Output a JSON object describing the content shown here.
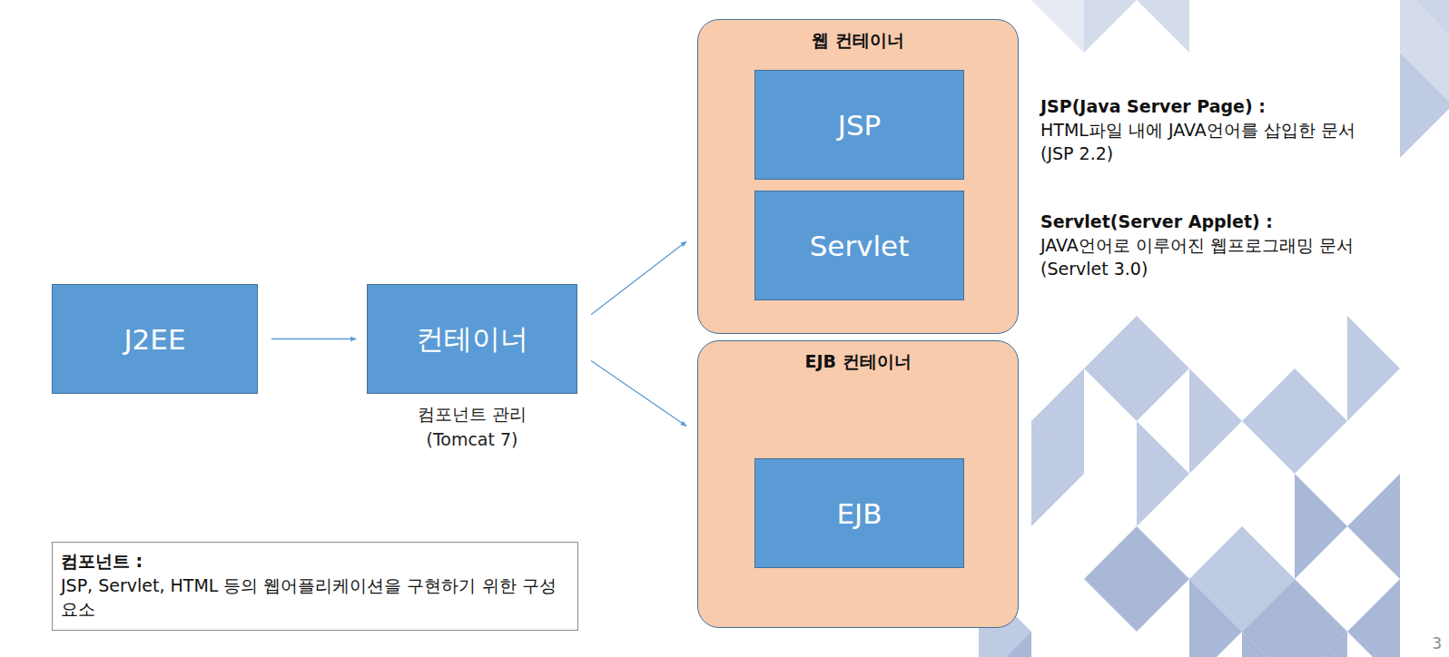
{
  "diagram": {
    "nodes": [
      {
        "text": [
          "J2EE"
        ]
      },
      {
        "text": [
          "컨테이너",
          "컴포넌트 관리 (Tomcat 7)"
        ]
      },
      {
        "text": [
          "웹 컨테이너"
        ]
      },
      {
        "text": [
          "JSP"
        ],
        "in": 2
      },
      {
        "text": [
          "Servlet"
        ],
        "in": 2
      },
      {
        "text": [
          "EJB 컨테이너"
        ]
      },
      {
        "text": [
          "EJB"
        ],
        "in": 5
      },
      {
        "text": [
          "컴포넌트 :",
          "JSP, Servlet, HTML 등의 웹어플리케이션을 구현하기 위한 구성 요소"
        ]
      }
    ],
    "edges": [
      {
        "from": 0,
        "to": 1,
        "arrow": "to"
      },
      {
        "from": 1,
        "to": 2,
        "arrow": "to"
      },
      {
        "from": 1,
        "to": 5,
        "arrow": "to"
      }
    ],
    "labels": [
      "JSP(Java Server Page) :",
      "HTML파일 내에 JAVA언어를 삽입한 문서",
      "(JSP 2.2)",
      "Servlet(Server Applet) :",
      "JAVA언어로 이루어진 웹프로그래밍 문서",
      "(Servlet 3.0)",
      "3"
    ]
  }
}
